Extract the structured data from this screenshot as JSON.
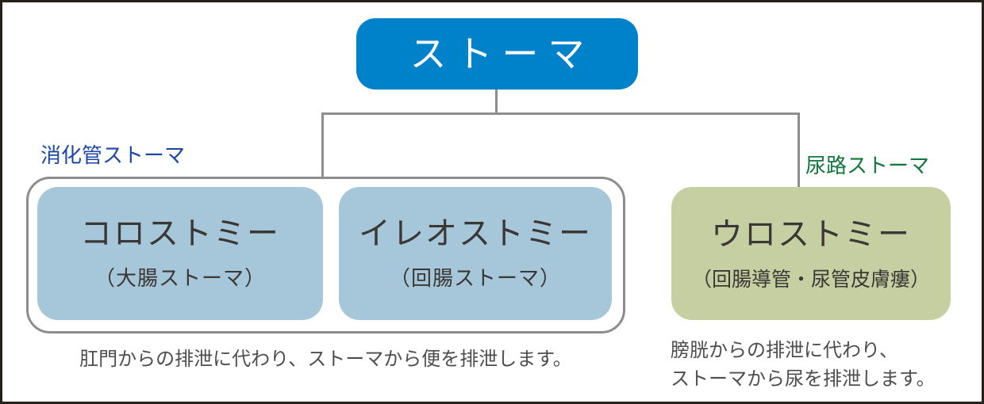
{
  "root": {
    "label": "ストーマ"
  },
  "branch_labels": {
    "left": "消化管ストーマ",
    "right": "尿路ストーマ"
  },
  "nodes": {
    "colostomy": {
      "title": "コロストミー",
      "subtitle": "（大腸ストーマ）"
    },
    "ileostomy": {
      "title": "イレオストミー",
      "subtitle": "（回腸ストーマ）"
    },
    "urostomy": {
      "title": "ウロストミー",
      "subtitle": "（回腸導管・尿管皮膚瘻）"
    }
  },
  "captions": {
    "digestive": "肛門からの排泄に代わり、ストーマから便を排泄します。",
    "urinary_line1": "膀胱からの排泄に代わり、",
    "urinary_line2": "ストーマから尿を排泄します。"
  },
  "colors": {
    "root_box_bg": "#0082cb",
    "root_box_text": "#ffffff",
    "digestive_box_bg": "#a5c7d9",
    "urinary_box_bg": "#c5cfa2",
    "node_text": "#3b3734",
    "connector": "#8d8d8d",
    "group_border": "#8d8d8d",
    "left_label_color": "#1d47a5",
    "right_label_color": "#13763c",
    "caption_color": "#4d4d4d",
    "outer_border": "#262019"
  }
}
